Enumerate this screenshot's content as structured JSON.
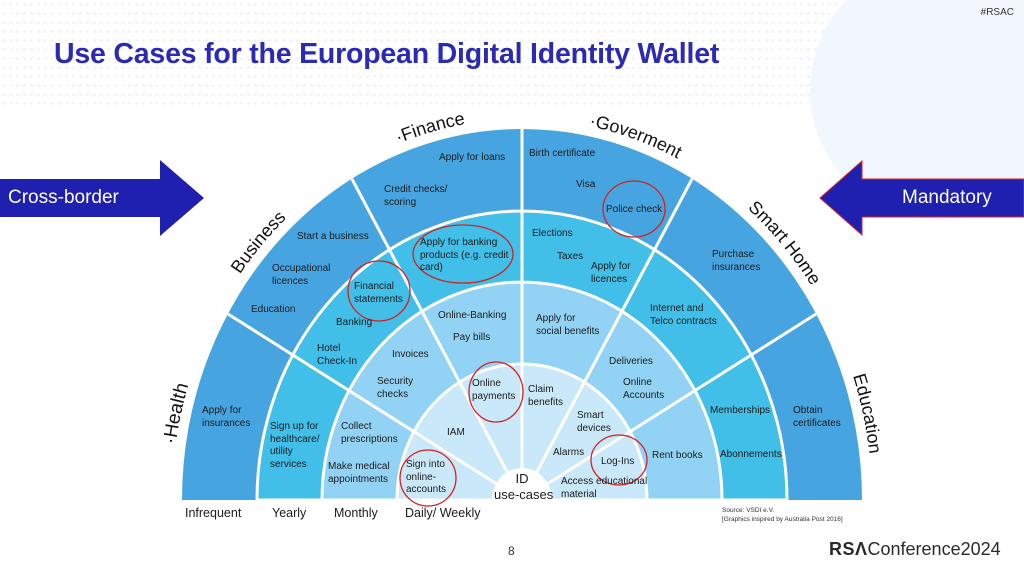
{
  "header": {
    "hashtag": "#RSAC",
    "title": "Use Cases for the European Digital Identity Wallet"
  },
  "arrows": {
    "left": {
      "label": "Cross-border",
      "color": "#1f1fb0",
      "direction": "right"
    },
    "right": {
      "label": "Mandatory",
      "color": "#1f1fb0",
      "outline": "#e02020",
      "direction": "left"
    }
  },
  "diagram": {
    "center": {
      "line1": "ID",
      "line2": "use-cases"
    },
    "ring_colors": [
      "#c9e8fa",
      "#92d3f5",
      "#41bfe8",
      "#46a5e0"
    ],
    "highlight_color": "#d81e1e",
    "sectors": [
      {
        "label": "·Health"
      },
      {
        "label": "Business"
      },
      {
        "label": "·Finance"
      },
      {
        "label": "·Goverment"
      },
      {
        "label": "Smart Home"
      },
      {
        "label": "Education"
      }
    ],
    "frequency": [
      "Infrequent",
      "Yearly",
      "Monthly",
      "Daily/ Weekly"
    ],
    "cells": {
      "infrequent": {
        "apply_loans": "Apply for loans",
        "birth_certificate": "Birth certificate",
        "credit_checks": "Credit checks/\nscoring",
        "visa": "Visa",
        "police_check": "Police check",
        "start_business": "Start a business",
        "occupational_licences": "Occupational\nlicences",
        "education": "Education",
        "purchase_insurances": "Purchase\ninsurances",
        "apply_insurances": "Apply for\ninsurances",
        "obtain_certificates": "Obtain\ncertificates"
      },
      "yearly": {
        "banking_products": "Apply for banking\nproducts (e.g. credit\ncard)",
        "elections": "Elections",
        "taxes": "Taxes",
        "apply_licences": "Apply for\nlicences",
        "financial_statements": "Financial\nstatements",
        "banking": "Banking",
        "internet_telco": "Internet and\nTelco contracts",
        "hotel_checkin": "Hotel\nCheck-In",
        "sign_up_healthcare": "Sign up for\nhealthcare/\nutility\nservices",
        "memberships": "Memberships",
        "abonnements": "Abonnements"
      },
      "monthly": {
        "online_banking": "Online-Banking",
        "pay_bills": "Pay bills",
        "social_benefits": "Apply for\nsocial benefits",
        "invoices": "Invoices",
        "deliveries": "Deliveries",
        "security_checks": "Security\nchecks",
        "online_accounts": "Online\nAccounts",
        "collect_prescriptions": "Collect\nprescriptions",
        "medical_appointments": "Make medical\nappointments",
        "rent_books": "Rent books"
      },
      "daily": {
        "online_payments": "Online\npayments",
        "claim_benefits": "Claim\nbenefits",
        "iam": "IAM",
        "smart_devices": "Smart\ndevices",
        "alarms": "Alarms",
        "log_ins": "Log-Ins",
        "sign_into_accounts": "Sign into\nonline-\naccounts",
        "access_material": "Access educational\nmaterial"
      }
    },
    "highlighted": [
      "Police check",
      "Apply for banking products (e.g. credit card)",
      "Financial statements",
      "Online payments",
      "Sign into online-accounts",
      "Log-Ins"
    ]
  },
  "source": {
    "line1": "Source: VSDI e.V.",
    "line2": "[Graphics inspired by Australia Post 2016]"
  },
  "footer": {
    "page_number": "8",
    "logo_rsa": "RSΛ",
    "logo_conference": "Conference",
    "logo_year": "2024"
  }
}
